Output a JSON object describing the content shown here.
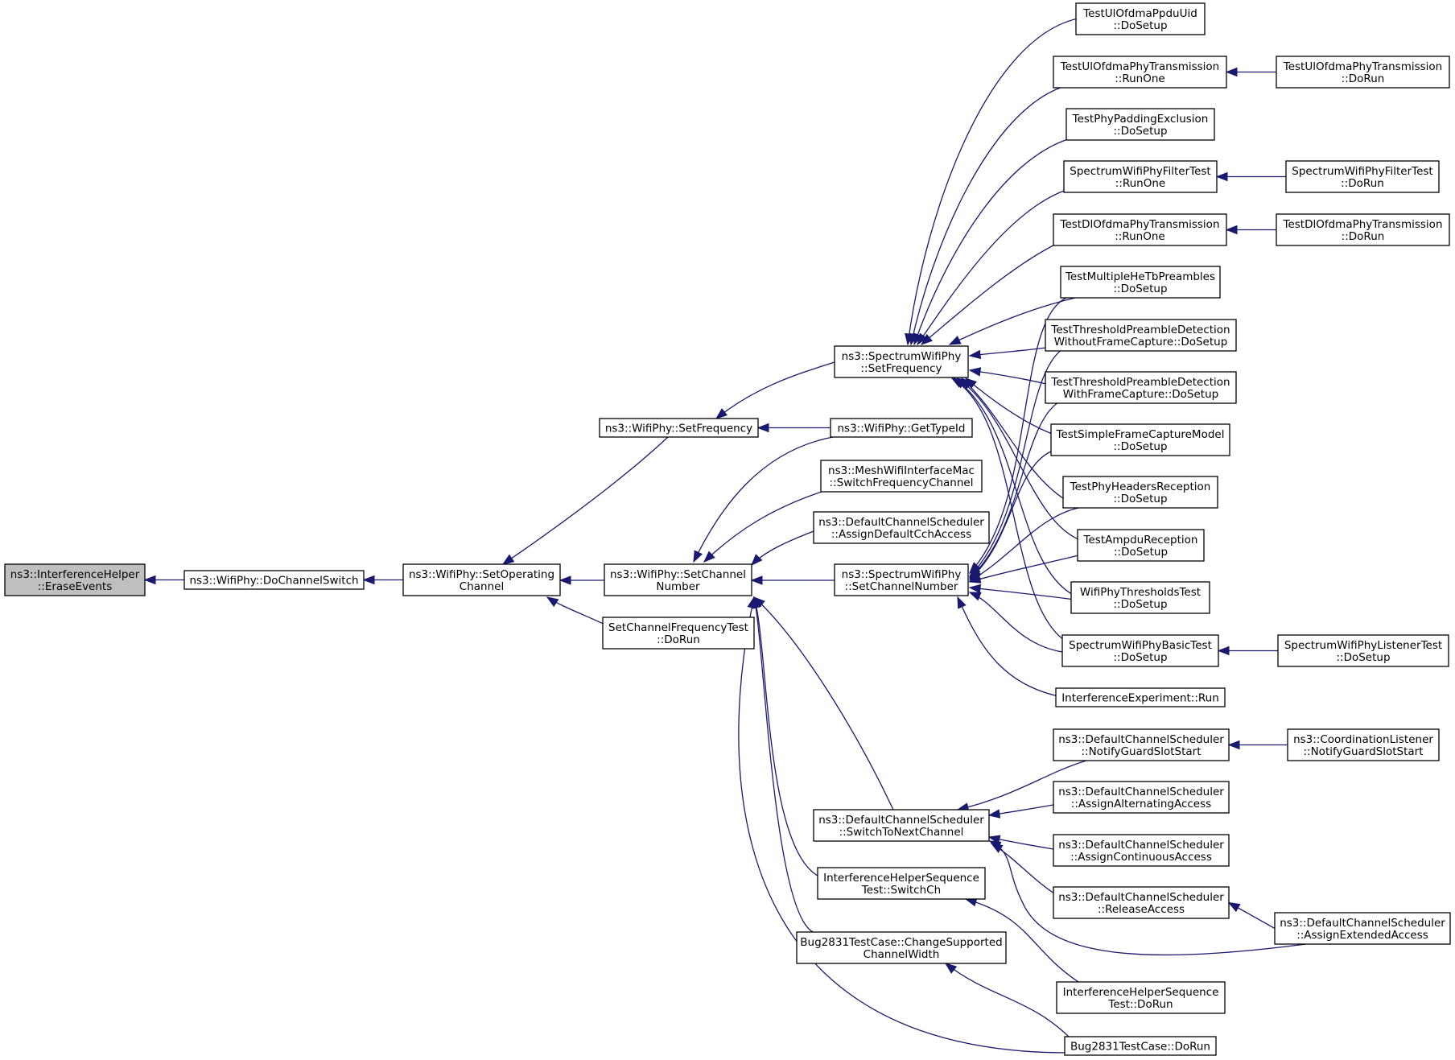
{
  "colors": {
    "edge": "#191970",
    "node_fill": "#ffffff",
    "focus_fill": "#bfbfbf",
    "border": "#000000"
  },
  "nodes": {
    "erase": [
      "ns3::InterferenceHelper",
      "::EraseEvents"
    ],
    "dochsw": [
      "ns3::WifiPhy::DoChannelSwitch"
    ],
    "setop": [
      "ns3::WifiPhy::SetOperating",
      "Channel"
    ],
    "setfreq": [
      "ns3::WifiPhy::SetFrequency"
    ],
    "setchnum": [
      "ns3::WifiPhy::SetChannel",
      "Number"
    ],
    "scft": [
      "SetChannelFrequencyTest",
      "::DoRun"
    ],
    "sspsf": [
      "ns3::SpectrumWifiPhy",
      "::SetFrequency"
    ],
    "gettypeid": [
      "ns3::WifiPhy::GetTypeId"
    ],
    "meshsw": [
      "ns3::MeshWifiInterfaceMac",
      "::SwitchFrequencyChannel"
    ],
    "dcsdefault": [
      "ns3::DefaultChannelScheduler",
      "::AssignDefaultCchAccess"
    ],
    "sspscn": [
      "ns3::SpectrumWifiPhy",
      "::SetChannelNumber"
    ],
    "dcsswitch": [
      "ns3::DefaultChannelScheduler",
      "::SwitchToNextChannel"
    ],
    "ihstsw": [
      "InterferenceHelperSequence",
      "Test::SwitchCh"
    ],
    "bugch": [
      "Bug2831TestCase::ChangeSupported",
      "ChannelWidth"
    ],
    "ulppdu": [
      "TestUlOfdmaPpduUid",
      "::DoSetup"
    ],
    "ulphyro": [
      "TestUlOfdmaPhyTransmission",
      "::RunOne"
    ],
    "ulphydr": [
      "TestUlOfdmaPhyTransmission",
      "::DoRun"
    ],
    "padding": [
      "TestPhyPaddingExclusion",
      "::DoSetup"
    ],
    "filtro": [
      "SpectrumWifiPhyFilterTest",
      "::RunOne"
    ],
    "filtdr": [
      "SpectrumWifiPhyFilterTest",
      "::DoRun"
    ],
    "dlphyro": [
      "TestDlOfdmaPhyTransmission",
      "::RunOne"
    ],
    "dlphydr": [
      "TestDlOfdmaPhyTransmission",
      "::DoRun"
    ],
    "multihe": [
      "TestMultipleHeTbPreambles",
      "::DoSetup"
    ],
    "tpdwo": [
      "TestThresholdPreambleDetection",
      "WithoutFrameCapture::DoSetup"
    ],
    "tpdw": [
      "TestThresholdPreambleDetection",
      "WithFrameCapture::DoSetup"
    ],
    "simplefc": [
      "TestSimpleFrameCaptureModel",
      "::DoSetup"
    ],
    "headers": [
      "TestPhyHeadersReception",
      "::DoSetup"
    ],
    "ampdu": [
      "TestAmpduReception",
      "::DoSetup"
    ],
    "thresh": [
      "WifiPhyThresholdsTest",
      "::DoSetup"
    ],
    "basic": [
      "SpectrumWifiPhyBasicTest",
      "::DoSetup"
    ],
    "listener": [
      "SpectrumWifiPhyListenerTest",
      "::DoSetup"
    ],
    "iexp": [
      "InterferenceExperiment::Run"
    ],
    "dcsguard": [
      "ns3::DefaultChannelScheduler",
      "::NotifyGuardSlotStart"
    ],
    "coord": [
      "ns3::CoordinationListener",
      "::NotifyGuardSlotStart"
    ],
    "dcsalt": [
      "ns3::DefaultChannelScheduler",
      "::AssignAlternatingAccess"
    ],
    "dcscont": [
      "ns3::DefaultChannelScheduler",
      "::AssignContinuousAccess"
    ],
    "dcsrel": [
      "ns3::DefaultChannelScheduler",
      "::ReleaseAccess"
    ],
    "dcsext": [
      "ns3::DefaultChannelScheduler",
      "::AssignExtendedAccess"
    ],
    "ihstrun": [
      "InterferenceHelperSequence",
      "Test::DoRun"
    ],
    "bugrun": [
      "Bug2831TestCase::DoRun"
    ]
  },
  "edges": [
    [
      "dochsw",
      "erase"
    ],
    [
      "setop",
      "dochsw"
    ],
    [
      "setfreq",
      "setop"
    ],
    [
      "setchnum",
      "setop"
    ],
    [
      "scft",
      "setop"
    ],
    [
      "sspsf",
      "setfreq"
    ],
    [
      "gettypeid",
      "setfreq"
    ],
    [
      "gettypeid",
      "setchnum"
    ],
    [
      "meshsw",
      "setchnum"
    ],
    [
      "dcsdefault",
      "setchnum"
    ],
    [
      "sspscn",
      "setchnum"
    ],
    [
      "dcsswitch",
      "setchnum"
    ],
    [
      "ihstsw",
      "setchnum"
    ],
    [
      "bugch",
      "setchnum"
    ],
    [
      "bugrun",
      "setchnum"
    ],
    [
      "ulppdu",
      "sspsf"
    ],
    [
      "ulphyro",
      "sspsf"
    ],
    [
      "padding",
      "sspsf"
    ],
    [
      "filtro",
      "sspsf"
    ],
    [
      "dlphyro",
      "sspsf"
    ],
    [
      "multihe",
      "sspsf"
    ],
    [
      "tpdwo",
      "sspsf"
    ],
    [
      "tpdw",
      "sspsf"
    ],
    [
      "simplefc",
      "sspsf"
    ],
    [
      "headers",
      "sspsf"
    ],
    [
      "ampdu",
      "sspsf"
    ],
    [
      "thresh",
      "sspsf"
    ],
    [
      "basic",
      "sspsf"
    ],
    [
      "ulphydr",
      "ulphyro"
    ],
    [
      "filtdr",
      "filtro"
    ],
    [
      "dlphydr",
      "dlphyro"
    ],
    [
      "multihe",
      "sspscn"
    ],
    [
      "tpdwo",
      "sspscn"
    ],
    [
      "tpdw",
      "sspscn"
    ],
    [
      "simplefc",
      "sspscn"
    ],
    [
      "headers",
      "sspscn"
    ],
    [
      "ampdu",
      "sspscn"
    ],
    [
      "thresh",
      "sspscn"
    ],
    [
      "basic",
      "sspscn"
    ],
    [
      "iexp",
      "sspscn"
    ],
    [
      "listener",
      "basic"
    ],
    [
      "dcsguard",
      "dcsswitch"
    ],
    [
      "dcsalt",
      "dcsswitch"
    ],
    [
      "dcscont",
      "dcsswitch"
    ],
    [
      "dcsrel",
      "dcsswitch"
    ],
    [
      "dcsext",
      "dcsswitch"
    ],
    [
      "coord",
      "dcsguard"
    ],
    [
      "dcsext",
      "dcsrel"
    ],
    [
      "ihstrun",
      "ihstsw"
    ],
    [
      "bugrun",
      "bugch"
    ]
  ]
}
